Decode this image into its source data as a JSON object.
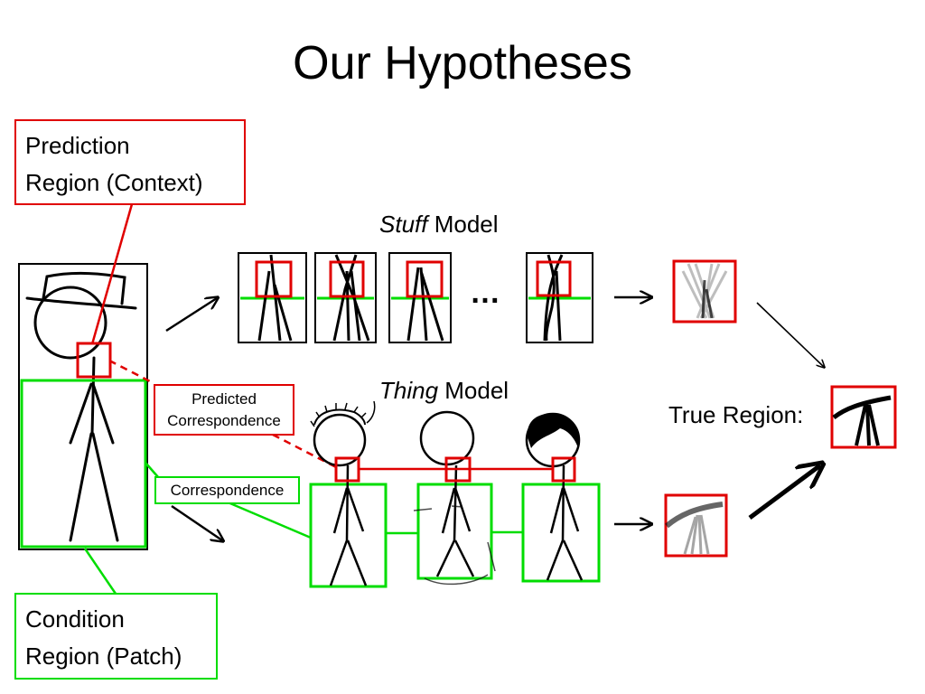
{
  "title": "Our Hypotheses",
  "callouts": {
    "prediction_region_line1": "Prediction",
    "prediction_region_line2": "Region (Context)",
    "condition_region_line1": "Condition",
    "condition_region_line2": "Region (Patch)",
    "predicted_correspondence_line1": "Predicted",
    "predicted_correspondence_line2": "Correspondence",
    "correspondence": "Correspondence"
  },
  "models": {
    "stuff_emphasis": "Stuff",
    "stuff_rest": " Model",
    "thing_emphasis": "Thing",
    "thing_rest": " Model",
    "ellipsis": "…"
  },
  "true_region_label": "True Region:",
  "colors": {
    "prediction": "#e00000",
    "condition": "#00dd00",
    "ink": "#000000"
  }
}
